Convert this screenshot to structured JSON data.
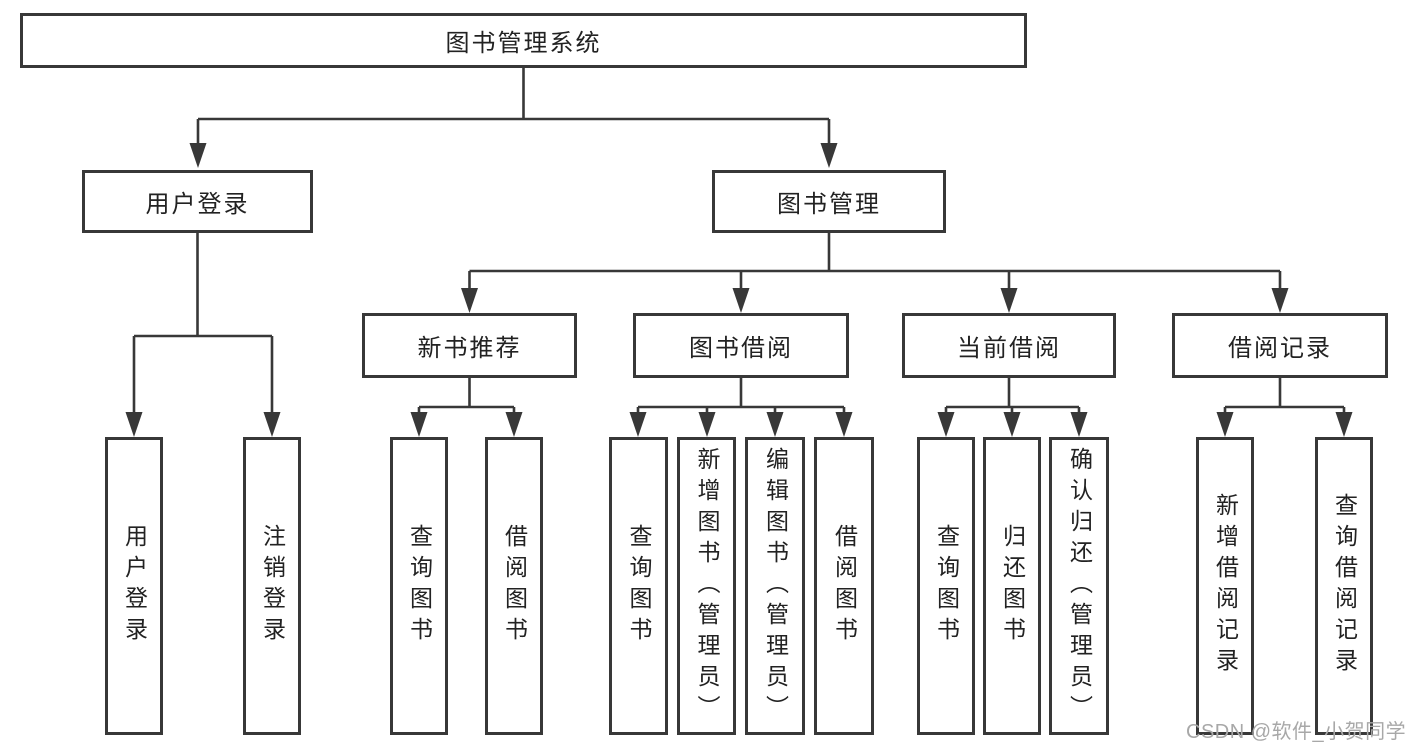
{
  "diagram_type": "hierarchy-tree",
  "colors": {
    "line": "#383838",
    "text": "#222222",
    "bg": "#ffffff",
    "watermark": "#a8a8a8"
  },
  "tree": {
    "label": "图书管理系统",
    "children": [
      {
        "label": "用户登录",
        "children": [
          {
            "label": "用户登录"
          },
          {
            "label": "注销登录"
          }
        ]
      },
      {
        "label": "图书管理",
        "children": [
          {
            "label": "新书推荐",
            "children": [
              {
                "label": "查询图书"
              },
              {
                "label": "借阅图书"
              }
            ]
          },
          {
            "label": "图书借阅",
            "children": [
              {
                "label": "查询图书"
              },
              {
                "label": "新增图书（管理员）"
              },
              {
                "label": "编辑图书（管理员）"
              },
              {
                "label": "借阅图书"
              }
            ]
          },
          {
            "label": "当前借阅",
            "children": [
              {
                "label": "查询图书"
              },
              {
                "label": "归还图书"
              },
              {
                "label": "确认归还（管理员）"
              }
            ]
          },
          {
            "label": "借阅记录",
            "children": [
              {
                "label": "新增借阅记录"
              },
              {
                "label": "查询借阅记录"
              }
            ]
          }
        ]
      }
    ]
  },
  "watermark": {
    "text": "CSDN @软件_小贺同学"
  }
}
